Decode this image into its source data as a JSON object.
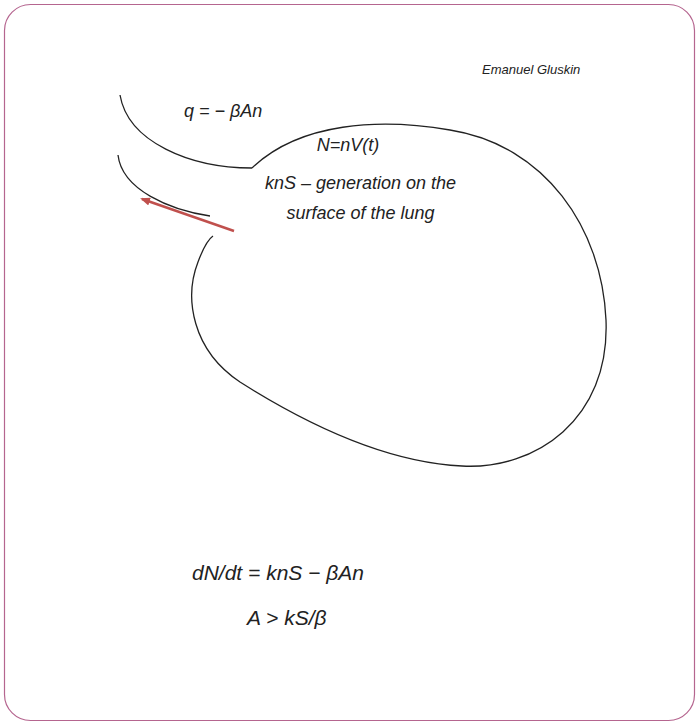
{
  "diagram": {
    "nodes": [
      {
        "text": [
          "N=nV(t)",
          "knS – generation on the surface of the lung"
        ]
      }
    ],
    "labels": [
      "Emanuel Gluskin",
      "q = − βAn",
      "dN/dt = knS − βAn",
      "A > kS/β"
    ]
  }
}
